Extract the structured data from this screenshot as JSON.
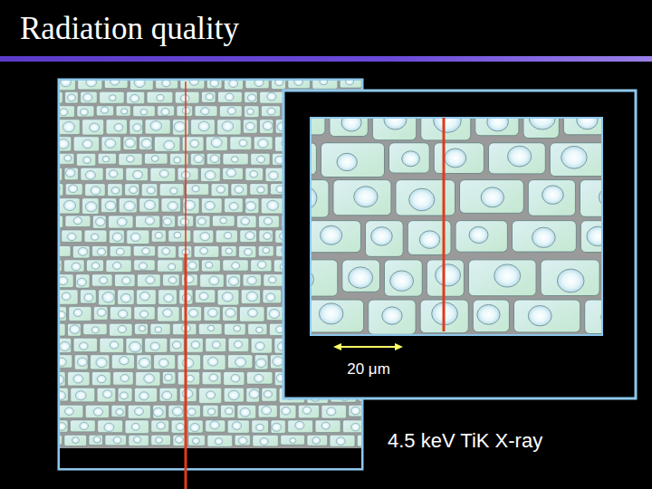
{
  "diagram": {
    "title": "Radiation quality",
    "labels": [
      "20 μm",
      "4.5 keV TiK X-ray"
    ]
  }
}
